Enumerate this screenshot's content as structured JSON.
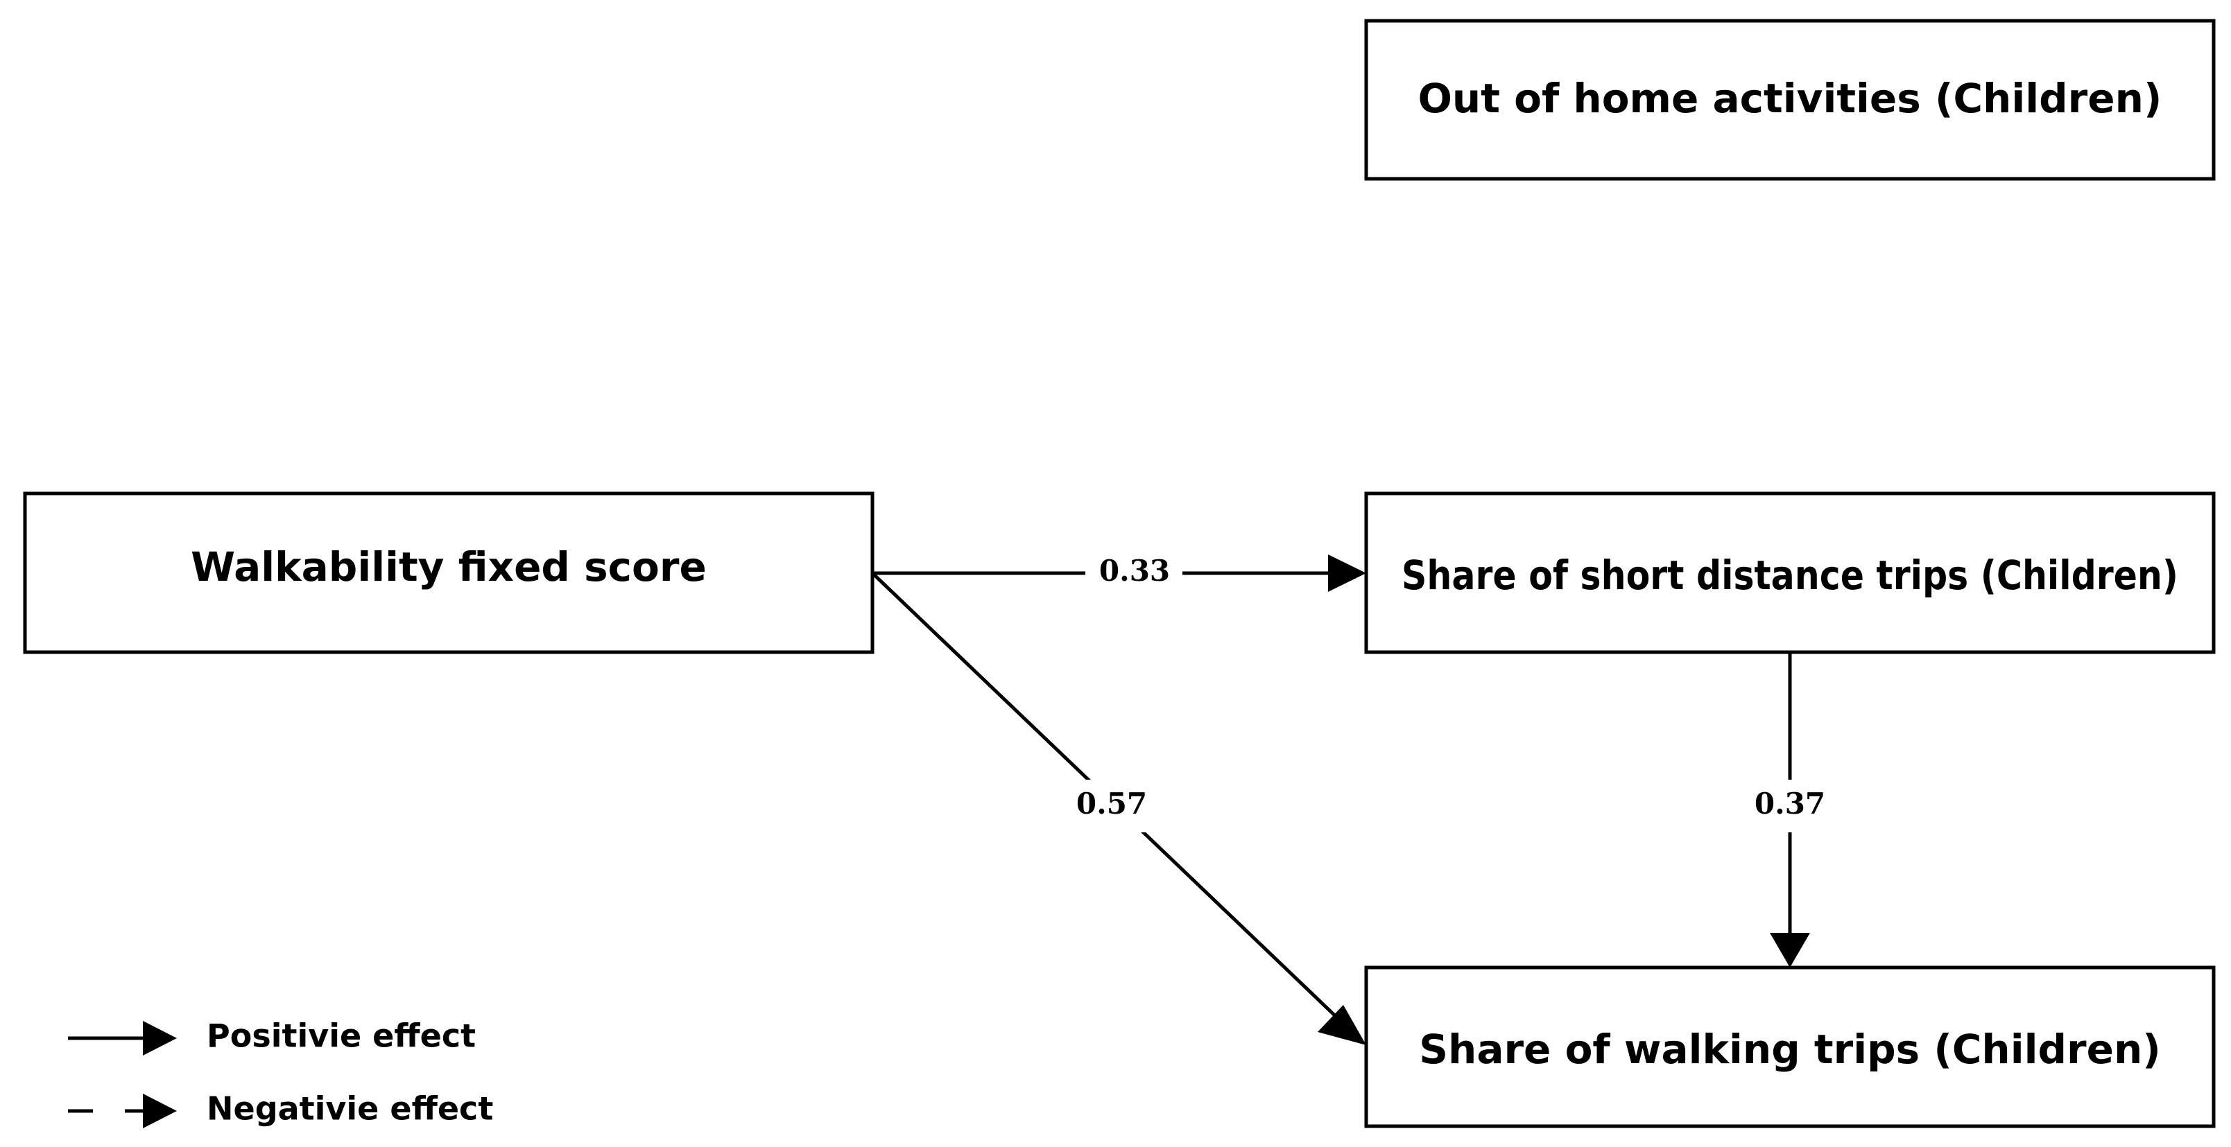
{
  "nodes": {
    "out_of_home": {
      "label": "Out of home activities (Children)"
    },
    "walkability": {
      "label": "Walkability fixed score"
    },
    "short_trips": {
      "label": "Share of short distance trips (Children)"
    },
    "walking_trips": {
      "label": "Share of walking trips (Children)"
    }
  },
  "edges": [
    {
      "from": "walkability",
      "to": "short_trips",
      "coefficient": "0.33",
      "effect": "positive"
    },
    {
      "from": "walkability",
      "to": "walking_trips",
      "coefficient": "0.57",
      "effect": "positive"
    },
    {
      "from": "short_trips",
      "to": "walking_trips",
      "coefficient": "0.37",
      "effect": "positive"
    }
  ],
  "legend": {
    "positive": "Positivie effect",
    "negative": "Negativie effect"
  }
}
